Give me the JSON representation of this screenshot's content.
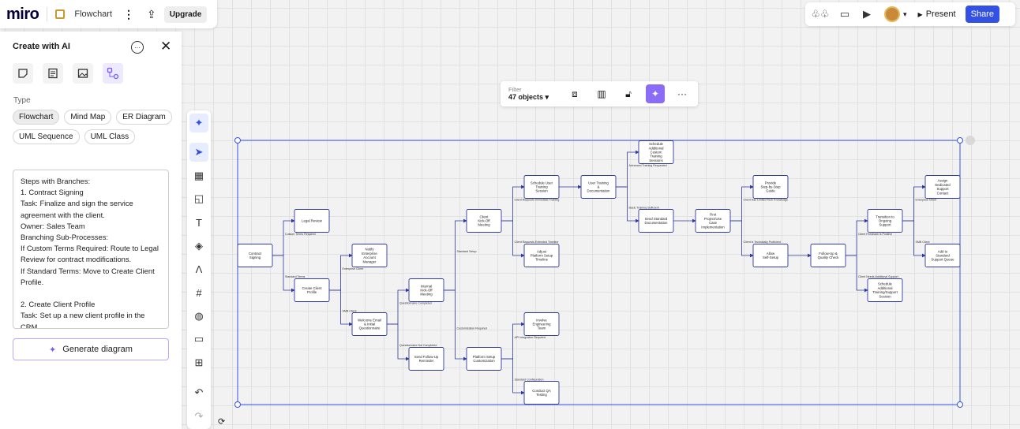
{
  "app": {
    "logo": "miro",
    "board_title": "Flowchart",
    "upgrade": "Upgrade",
    "present": "Present",
    "share": "Share"
  },
  "panel": {
    "title": "Create with AI",
    "type_label": "Type",
    "types": [
      "Flowchart",
      "Mind Map",
      "ER Diagram",
      "UML Sequence",
      "UML Class"
    ],
    "selected_type": "Flowchart",
    "prompt": "Steps with Branches:\n1. Contract Signing\nTask: Finalize and sign the service agreement with the client.\nOwner: Sales Team\nBranching Sub-Processes:\nIf Custom Terms Required: Route to Legal Review for contract modifications.\nIf Standard Terms: Move to Create Client Profile.\n\n2. Create Client Profile\nTask: Set up a new client profile in the CRM.",
    "generate": "Generate diagram"
  },
  "context_bar": {
    "filter_label": "Filter",
    "object_count": "47 objects"
  },
  "colors": {
    "accent": "#3451e6",
    "ai": "#8b6cf6",
    "node_border": "#2f3a9e"
  },
  "diagram": {
    "nodes": [
      {
        "id": "n1",
        "label": "Contract Signing"
      },
      {
        "id": "n2",
        "label": "Legal Review"
      },
      {
        "id": "n3",
        "label": "Create Client Profile"
      },
      {
        "id": "n4",
        "label": "Notify Enterprise Account Manager"
      },
      {
        "id": "n5",
        "label": "Welcome Email & Initial Questionnaire"
      },
      {
        "id": "n6",
        "label": "Internal Kick-Off Meeting"
      },
      {
        "id": "n7",
        "label": "Send Follow-Up Reminder"
      },
      {
        "id": "n8",
        "label": "Client Kick-Off Meeting"
      },
      {
        "id": "n9",
        "label": "Platform Setup Customization"
      },
      {
        "id": "n10",
        "label": "Schedule User Training Session"
      },
      {
        "id": "n11",
        "label": "Adjust Platform Setup Timeline"
      },
      {
        "id": "n12",
        "label": "Involve Engineering Team"
      },
      {
        "id": "n13",
        "label": "Conduct QA Testing"
      },
      {
        "id": "n14",
        "label": "User Training & Documentation"
      },
      {
        "id": "n15",
        "label": "Schedule Additional Custom Training Sessions"
      },
      {
        "id": "n16",
        "label": "Send Standard Documentation"
      },
      {
        "id": "n17",
        "label": "First Project/Use Case Implementation"
      },
      {
        "id": "n18",
        "label": "Provide Step-by-Step Guide"
      },
      {
        "id": "n19",
        "label": "Allow Self-Setup"
      },
      {
        "id": "n20",
        "label": "Follow-Up & Quality Check"
      },
      {
        "id": "n21",
        "label": "Transition to Ongoing Support"
      },
      {
        "id": "n22",
        "label": "Schedule Additional Training/Support Session"
      },
      {
        "id": "n23",
        "label": "Assign Dedicated Support Contact"
      },
      {
        "id": "n24",
        "label": "Add to Standard Support Queue"
      }
    ],
    "edges": [
      {
        "from": "n1",
        "to": "n2",
        "label": "Custom Terms Required"
      },
      {
        "from": "n1",
        "to": "n3",
        "label": "Standard Terms"
      },
      {
        "from": "n3",
        "to": "n4",
        "label": "Enterprise Client"
      },
      {
        "from": "n3",
        "to": "n5",
        "label": "SMB Client"
      },
      {
        "from": "n5",
        "to": "n6",
        "label": "Questionnaire Completed"
      },
      {
        "from": "n5",
        "to": "n7",
        "label": "Questionnaire Not Completed"
      },
      {
        "from": "n6",
        "to": "n8",
        "label": "Standard Setup"
      },
      {
        "from": "n6",
        "to": "n9",
        "label": "Customization Required"
      },
      {
        "from": "n8",
        "to": "n10",
        "label": "Client Requests Immediate Training"
      },
      {
        "from": "n8",
        "to": "n11",
        "label": "Client Requests Extended Timeline"
      },
      {
        "from": "n9",
        "to": "n12",
        "label": "API Integration Required"
      },
      {
        "from": "n9",
        "to": "n13",
        "label": "Standard Configuration"
      },
      {
        "from": "n10",
        "to": "n14",
        "label": ""
      },
      {
        "from": "n14",
        "to": "n15",
        "label": "Advanced Training Requested"
      },
      {
        "from": "n14",
        "to": "n16",
        "label": "Basic Training Sufficient"
      },
      {
        "from": "n16",
        "to": "n17",
        "label": ""
      },
      {
        "from": "n17",
        "to": "n18",
        "label": "Client Has Limited Tech Knowledge"
      },
      {
        "from": "n17",
        "to": "n19",
        "label": "Client is Technically Proficient"
      },
      {
        "from": "n19",
        "to": "n20",
        "label": ""
      },
      {
        "from": "n20",
        "to": "n21",
        "label": "Client Feedback is Positive"
      },
      {
        "from": "n20",
        "to": "n22",
        "label": "Client Needs Additional Support"
      },
      {
        "from": "n21",
        "to": "n23",
        "label": "Enterprise Client"
      },
      {
        "from": "n21",
        "to": "n24",
        "label": "SMB Client"
      }
    ]
  }
}
